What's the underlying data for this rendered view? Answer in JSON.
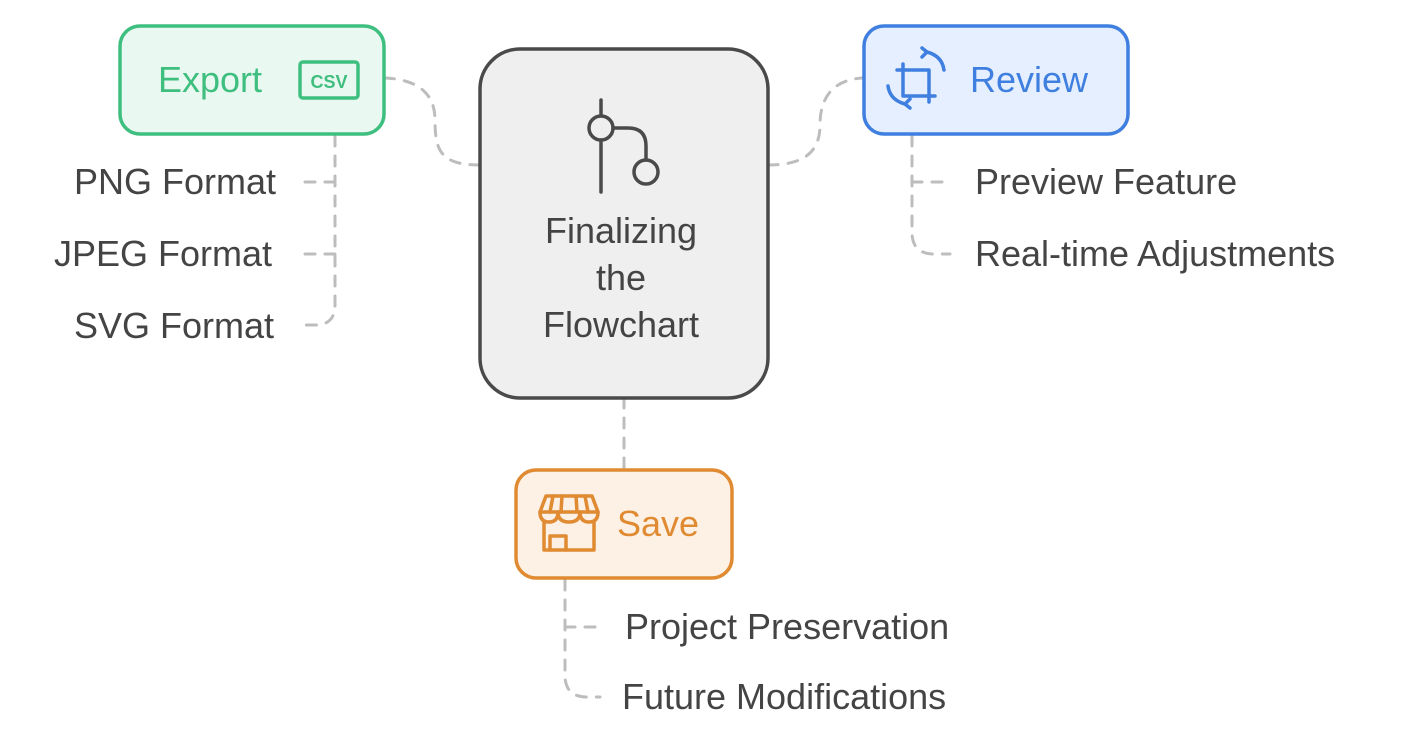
{
  "center": {
    "title_lines": [
      "Finalizing",
      "the",
      "Flowchart"
    ],
    "icon": "git-branch-icon"
  },
  "export": {
    "label": "Export",
    "icon": "csv-file-icon",
    "icon_text": "CSV",
    "color": "#3fbf7f",
    "fill": "#e9f8f0",
    "items": [
      "PNG Format",
      "JPEG Format",
      "SVG Format"
    ]
  },
  "review": {
    "label": "Review",
    "icon": "crop-rotate-icon",
    "color": "#3f7fdf",
    "fill": "#e6efff",
    "items": [
      "Preview Feature",
      "Real-time Adjustments"
    ]
  },
  "save": {
    "label": "Save",
    "icon": "storefront-icon",
    "color": "#e08a32",
    "fill": "#fdf0e4",
    "items": [
      "Project Preservation",
      "Future Modifications"
    ]
  }
}
